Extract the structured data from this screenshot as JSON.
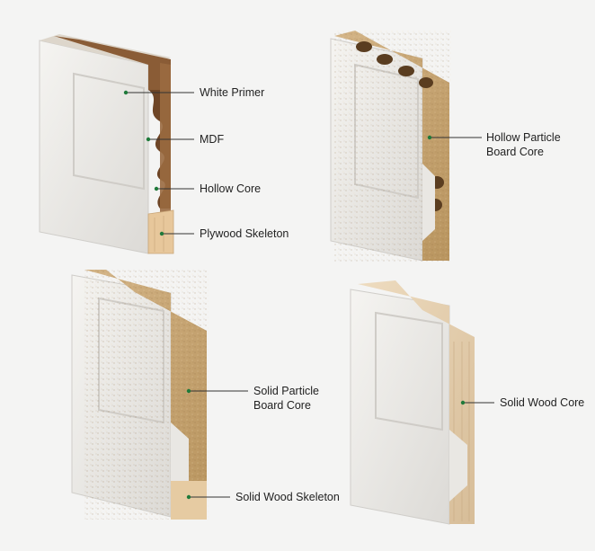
{
  "colors": {
    "background": "#f4f4f3",
    "door_white": "#ecebe8",
    "door_shade": "#d8d6d2",
    "mdf_brown": "#8a5c36",
    "particle_board": "#c9a878",
    "solid_wood": "#e2ccae",
    "plywood": "#e7c79b",
    "leader_dot": "#1f7a3a",
    "leader_line": "#333333"
  },
  "panels": [
    {
      "id": "hollow-core-door",
      "labels": [
        {
          "key": "white-primer",
          "lines": [
            "White Primer"
          ]
        },
        {
          "key": "mdf",
          "lines": [
            "MDF"
          ]
        },
        {
          "key": "hollow-core",
          "lines": [
            "Hollow Core"
          ]
        },
        {
          "key": "plywood-skeleton",
          "lines": [
            "Plywood Skeleton"
          ]
        }
      ]
    },
    {
      "id": "hollow-particle-door",
      "labels": [
        {
          "key": "hollow-particle-board-core",
          "lines": [
            "Hollow Particle",
            "Board Core"
          ]
        }
      ]
    },
    {
      "id": "solid-particle-door",
      "labels": [
        {
          "key": "solid-particle-board-core",
          "lines": [
            "Solid Particle",
            "Board Core"
          ]
        },
        {
          "key": "solid-wood-skeleton",
          "lines": [
            "Solid Wood Skeleton"
          ]
        }
      ]
    },
    {
      "id": "solid-wood-door",
      "labels": [
        {
          "key": "solid-wood-core",
          "lines": [
            "Solid Wood Core"
          ]
        }
      ]
    }
  ]
}
